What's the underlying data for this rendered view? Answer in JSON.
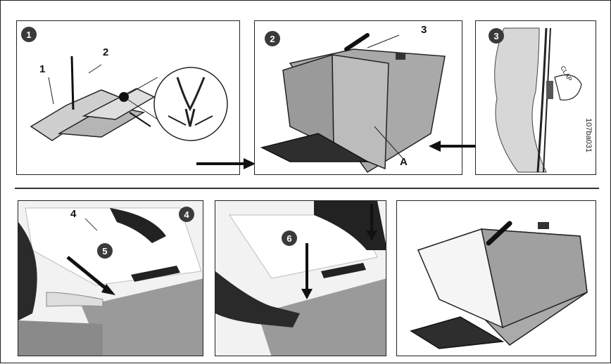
{
  "panels": [
    {
      "step": "1",
      "callouts": [
        "1",
        "2"
      ]
    },
    {
      "step": "2",
      "callouts": [
        "3",
        "A"
      ]
    },
    {
      "step": "3",
      "code": "107ba031"
    },
    {
      "step": "4",
      "callouts": [
        "4"
      ],
      "sub_step": "5"
    },
    {
      "step": "6"
    },
    {
      "step": ""
    }
  ],
  "colors": {
    "line": "#222222",
    "badge": "#3a3a3a",
    "bag_gray": "#9a9a9a",
    "photo_bg": "#e8e8e8"
  }
}
